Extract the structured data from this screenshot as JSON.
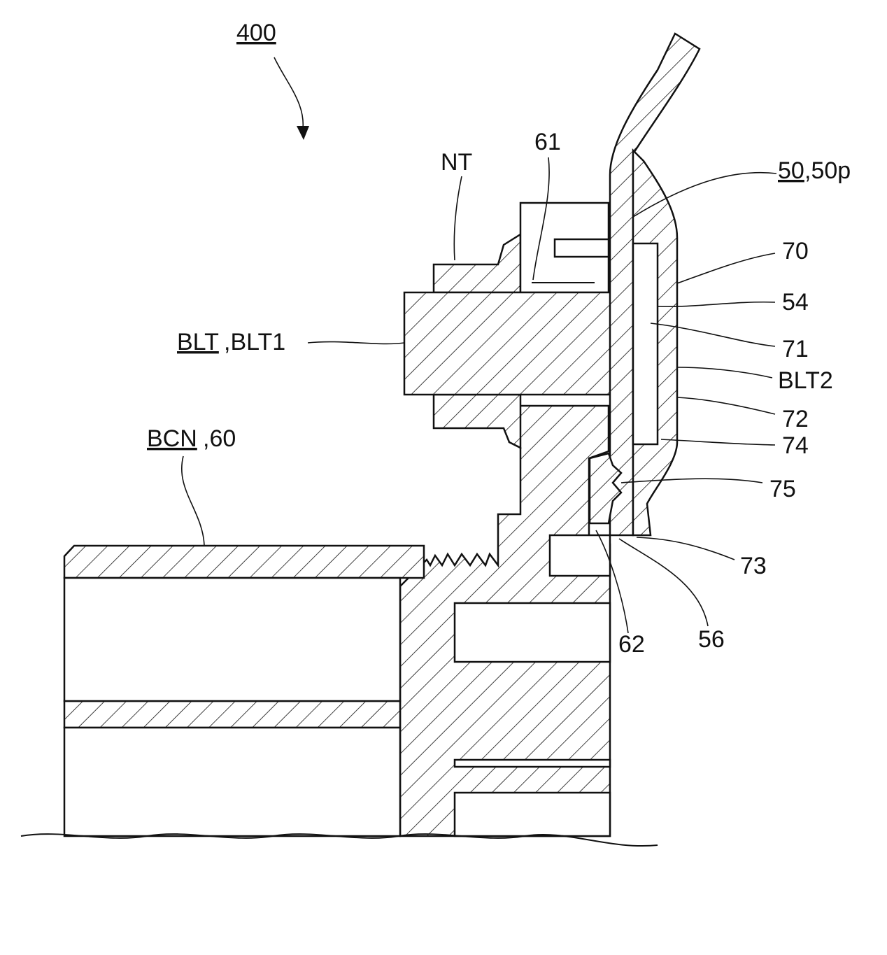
{
  "figure": {
    "ref_400": "400",
    "labels": {
      "nt": "NT",
      "l61": "61",
      "l50a": "50",
      "l50b": ",50p",
      "l70": "70",
      "l54": "54",
      "l71": "71",
      "blt_a": "BLT",
      "blt_b": ",BLT1",
      "blt2": "BLT2",
      "l72": "72",
      "l74": "74",
      "l75": "75",
      "bcn_a": "BCN",
      "bcn_b": ",60",
      "l73": "73",
      "l62": "62",
      "l56": "56"
    }
  }
}
